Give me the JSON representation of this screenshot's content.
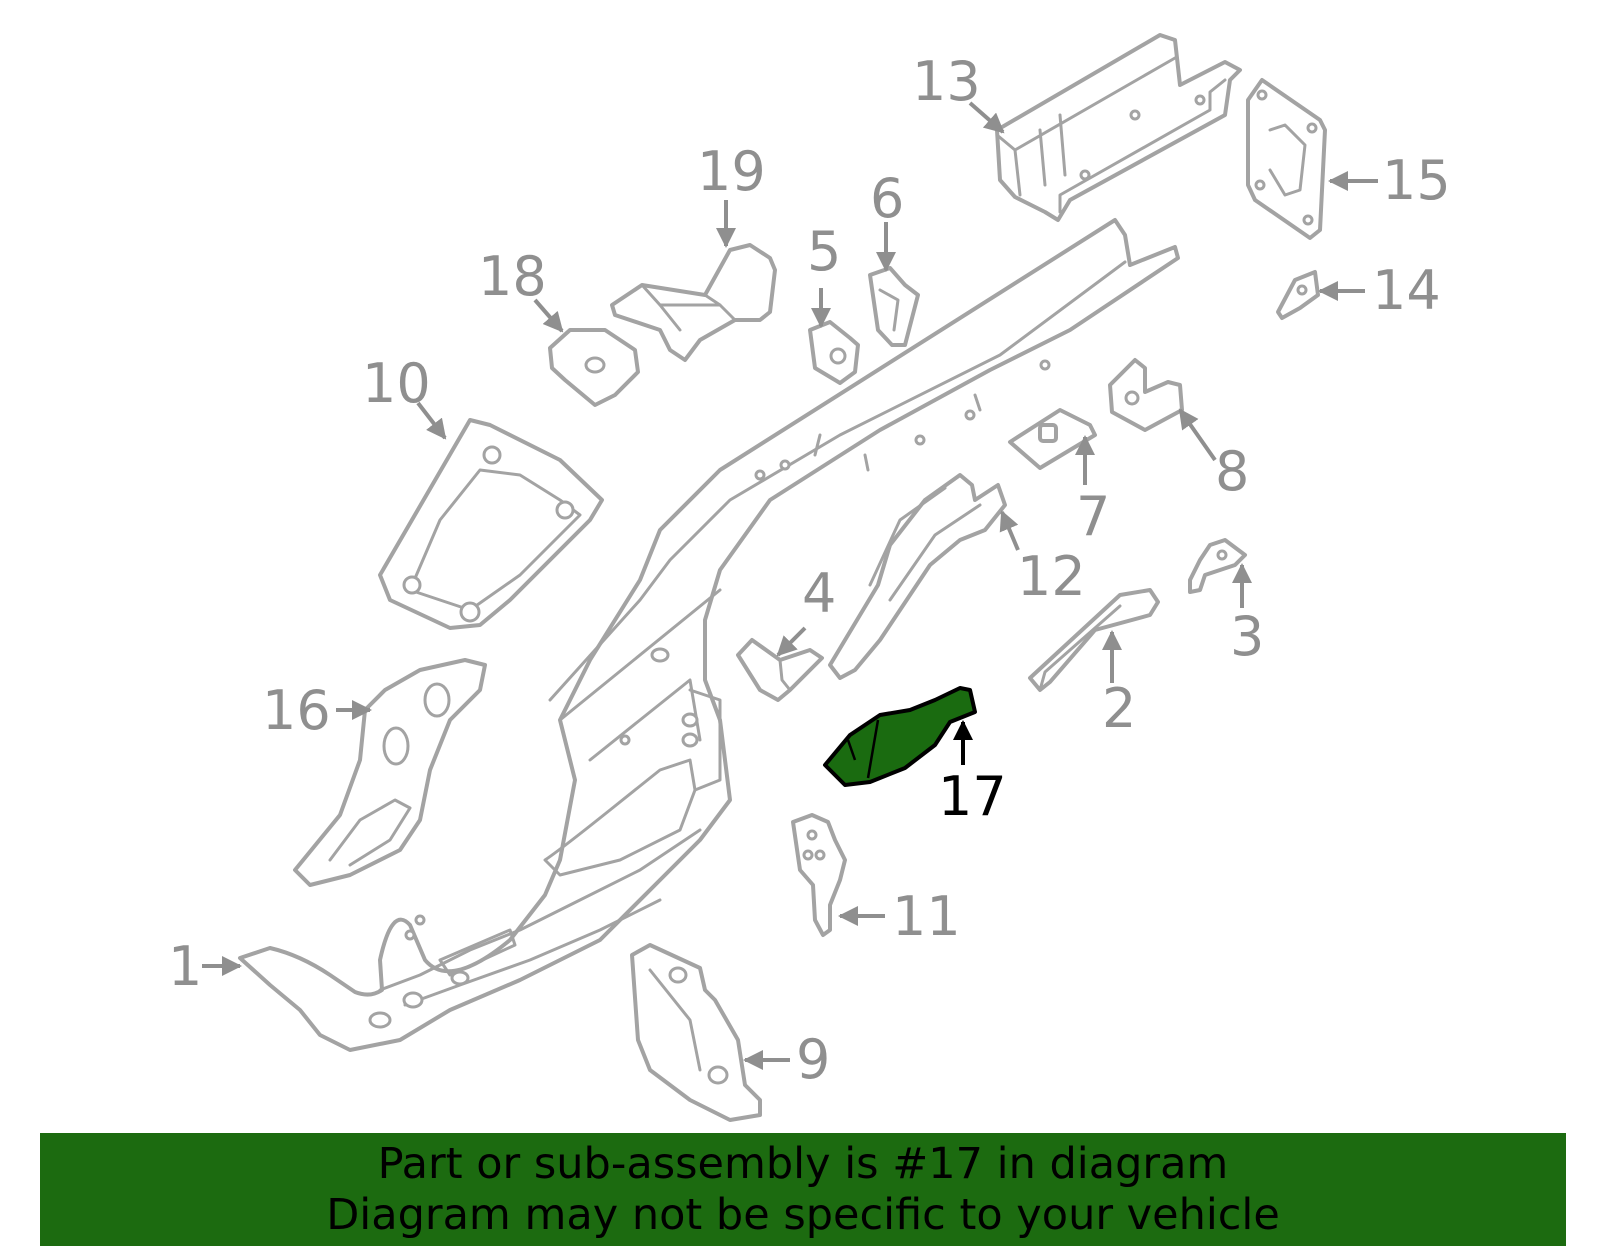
{
  "colors": {
    "highlight": "#1c6b10",
    "part_outline": "#a3a3a3",
    "callout_text": "#8f8f8f",
    "highlight_callout": "#000000"
  },
  "callouts": [
    "1",
    "2",
    "3",
    "4",
    "5",
    "6",
    "7",
    "8",
    "9",
    "10",
    "11",
    "12",
    "13",
    "14",
    "15",
    "16",
    "17",
    "18",
    "19"
  ],
  "highlighted_part": "17",
  "banner": {
    "line1": "Part or sub-assembly is #17 in diagram",
    "line2": "Diagram may not be specific to your vehicle"
  }
}
